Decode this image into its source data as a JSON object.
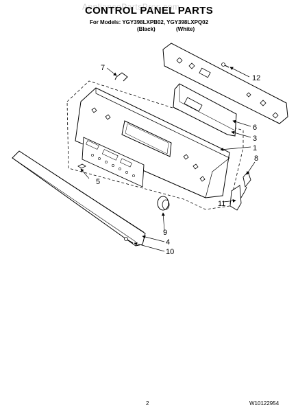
{
  "header": {
    "watermark": "AppliancePartsPros.com",
    "title": "CONTROL PANEL PARTS",
    "models_line": "For Models: YGY398LXPB02, YGY398LXPQ02",
    "color_black": "(Black)",
    "color_white": "(White)"
  },
  "callouts": [
    "7",
    "12",
    "6",
    "3",
    "1",
    "8",
    "5",
    "11",
    "9",
    "4",
    "10"
  ],
  "footer": {
    "page_number": "2",
    "doc_number": "W10122954"
  }
}
